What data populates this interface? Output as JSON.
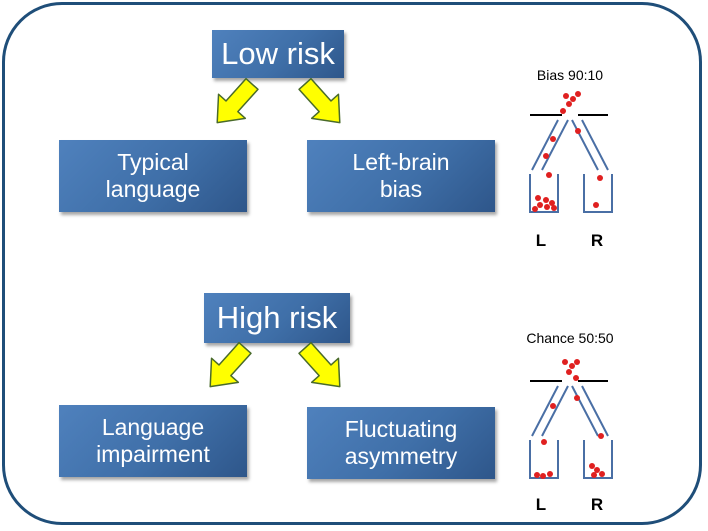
{
  "top": {
    "risk_label": "Low risk",
    "outcome_left": "Typical\nlanguage",
    "outcome_right": "Left-brain\nbias",
    "funnel": {
      "caption": "Bias 90:10",
      "left_label": "L",
      "right_label": "R",
      "split": [
        90,
        10
      ]
    }
  },
  "bottom": {
    "risk_label": "High risk",
    "outcome_left": "Language\nimpairment",
    "outcome_right": "Fluctuating\nasymmetry",
    "funnel": {
      "caption": "Chance 50:50",
      "left_label": "L",
      "right_label": "R",
      "split": [
        50,
        50
      ]
    }
  },
  "colors": {
    "box_fill": "#3f6fa8",
    "arrow_fill": "#ffff00",
    "dot_color": "#e02020",
    "funnel_line": "#4a6fa5",
    "frame_border": "#1f4e79"
  }
}
